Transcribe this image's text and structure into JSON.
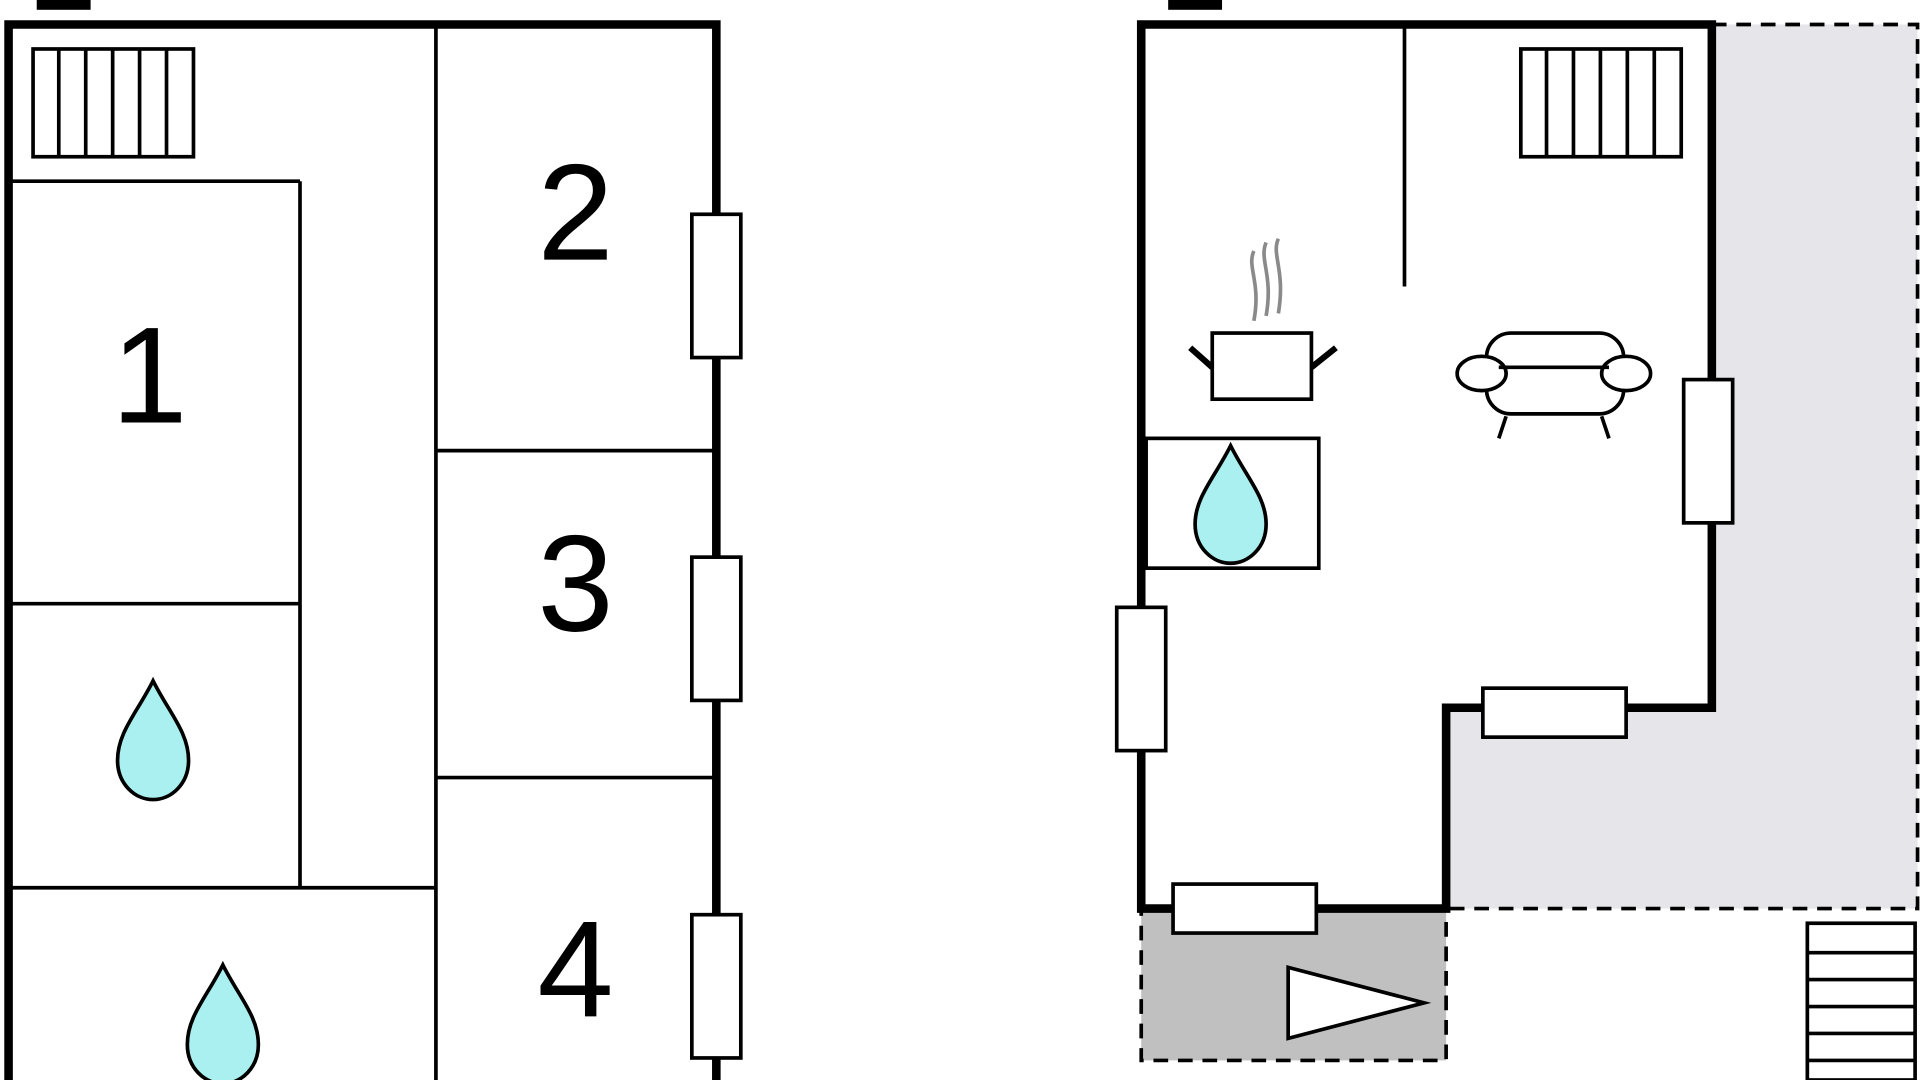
{
  "plan": {
    "room_labels": [
      "1",
      "2",
      "3",
      "4"
    ],
    "colors": {
      "wall": "#000000",
      "water": "#aaf0f0",
      "terrace": "#e6e6ea",
      "entry": "#c0c0c0",
      "steam": "#8a8a8a",
      "background": "#ffffff"
    },
    "icons": {
      "stairs": "stairs-icon",
      "bathroom": "water-drop-icon",
      "kitchen": "cooking-pot-icon",
      "living": "sofa-icon",
      "entrance": "entrance-arrow-icon",
      "window": "window-icon"
    }
  }
}
